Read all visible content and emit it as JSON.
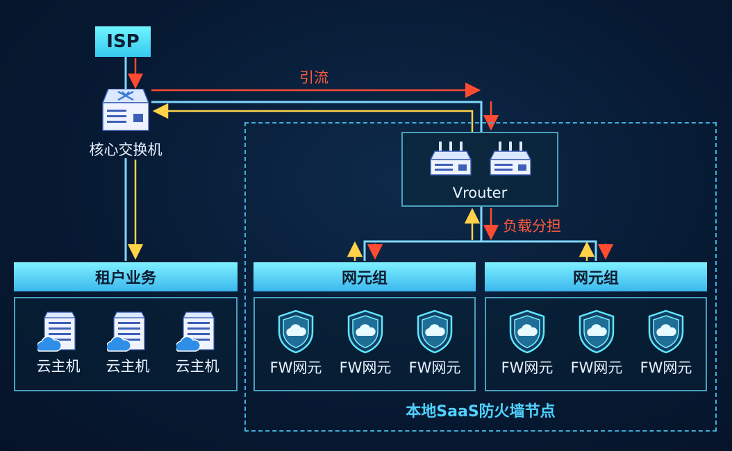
{
  "isp": "ISP",
  "core_switch": "核心交换机",
  "traffic_label": "引流",
  "load_label": "负载分担",
  "vrouter": "Vrouter",
  "tenant": {
    "title": "租户业务",
    "items": [
      "云主机",
      "云主机",
      "云主机"
    ]
  },
  "groups": [
    {
      "title": "网元组",
      "items": [
        "FW网元",
        "FW网元",
        "FW网元"
      ]
    },
    {
      "title": "网元组",
      "items": [
        "FW网元",
        "FW网元",
        "FW网元"
      ]
    }
  ],
  "node_title": "本地SaaS防火墙节点",
  "colors": {
    "background": "#071a33",
    "accent_cyan": "#5fe6ff",
    "arrow_red": "#ff4b32",
    "arrow_yellow": "#ffd24a",
    "link_blue": "#7fd7ff"
  },
  "icons": [
    "core-switch-icon",
    "router-icon",
    "cloud-server-icon",
    "firewall-shield-icon"
  ]
}
